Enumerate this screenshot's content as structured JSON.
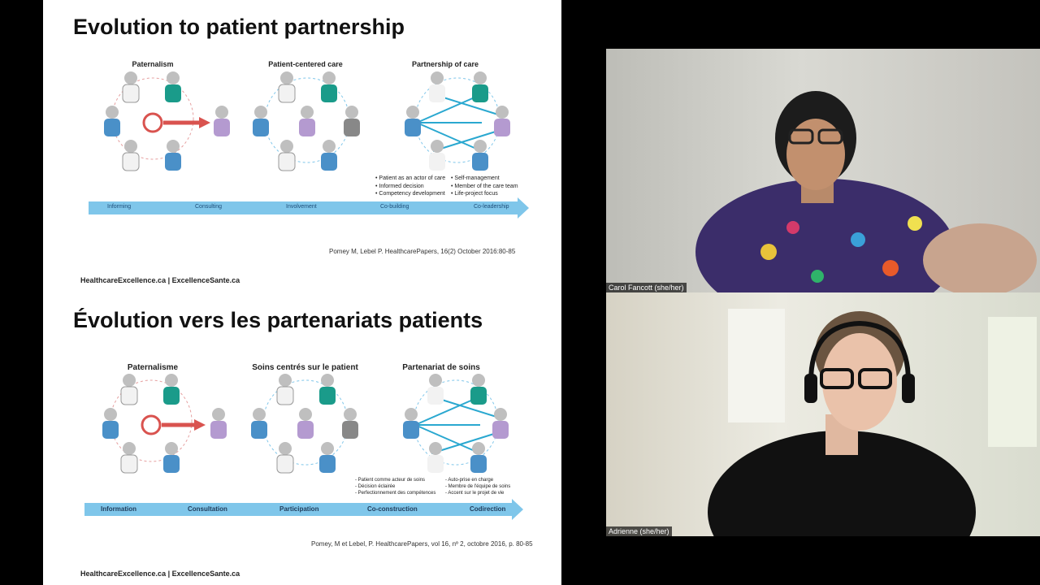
{
  "slide": {
    "en": {
      "title": "Evolution to patient partnership",
      "columns": [
        "Paternalism",
        "Patient-centered care",
        "Partnership of care"
      ],
      "stages": [
        "Informing",
        "Consulting",
        "Involvement",
        "Co-building",
        "Co-leadership"
      ],
      "bullets_left": [
        "Patient as an actor of care",
        "Informed decision",
        "Competency development"
      ],
      "bullets_right": [
        "Self-management",
        "Member of the care team",
        "Life-project focus"
      ],
      "reference": "Pomey M, Lebel P. HealthcarePapers, 16(2) October 2016:80-85",
      "footer": "HealthcareExcellence.ca | ExcellenceSante.ca"
    },
    "fr": {
      "title": "Évolution vers les partenariats patients",
      "columns": [
        "Paternalisme",
        "Soins centrés sur le patient",
        "Partenariat de soins"
      ],
      "stages": [
        "Information",
        "Consultation",
        "Participation",
        "Co-construction",
        "Codirection"
      ],
      "bullets_left": [
        "Patient comme acteur de soins",
        "Décision éclairée",
        "Perfectionnement des compétences"
      ],
      "bullets_right": [
        "Auto-prise en charge",
        "Membre de l'équipe de soins",
        "Accent sur le projet de vie"
      ],
      "reference": "Pomey, M et Lebel, P. HealthcarePapers, vol 16, nº 2, octobre 2016, p. 80-85",
      "footer": "HealthcareExcellence.ca | ExcellenceSante.ca"
    }
  },
  "participants": [
    {
      "name": "Carol Fancott (she/her)"
    },
    {
      "name": "Adrienne (she/her)"
    }
  ],
  "colors": {
    "arrow_blue": "#7fc6ea",
    "teal": "#1a9b8a",
    "blue": "#4a90c8",
    "purple": "#b49ad0",
    "red": "#d9534f",
    "grey": "#9a9a9a"
  }
}
